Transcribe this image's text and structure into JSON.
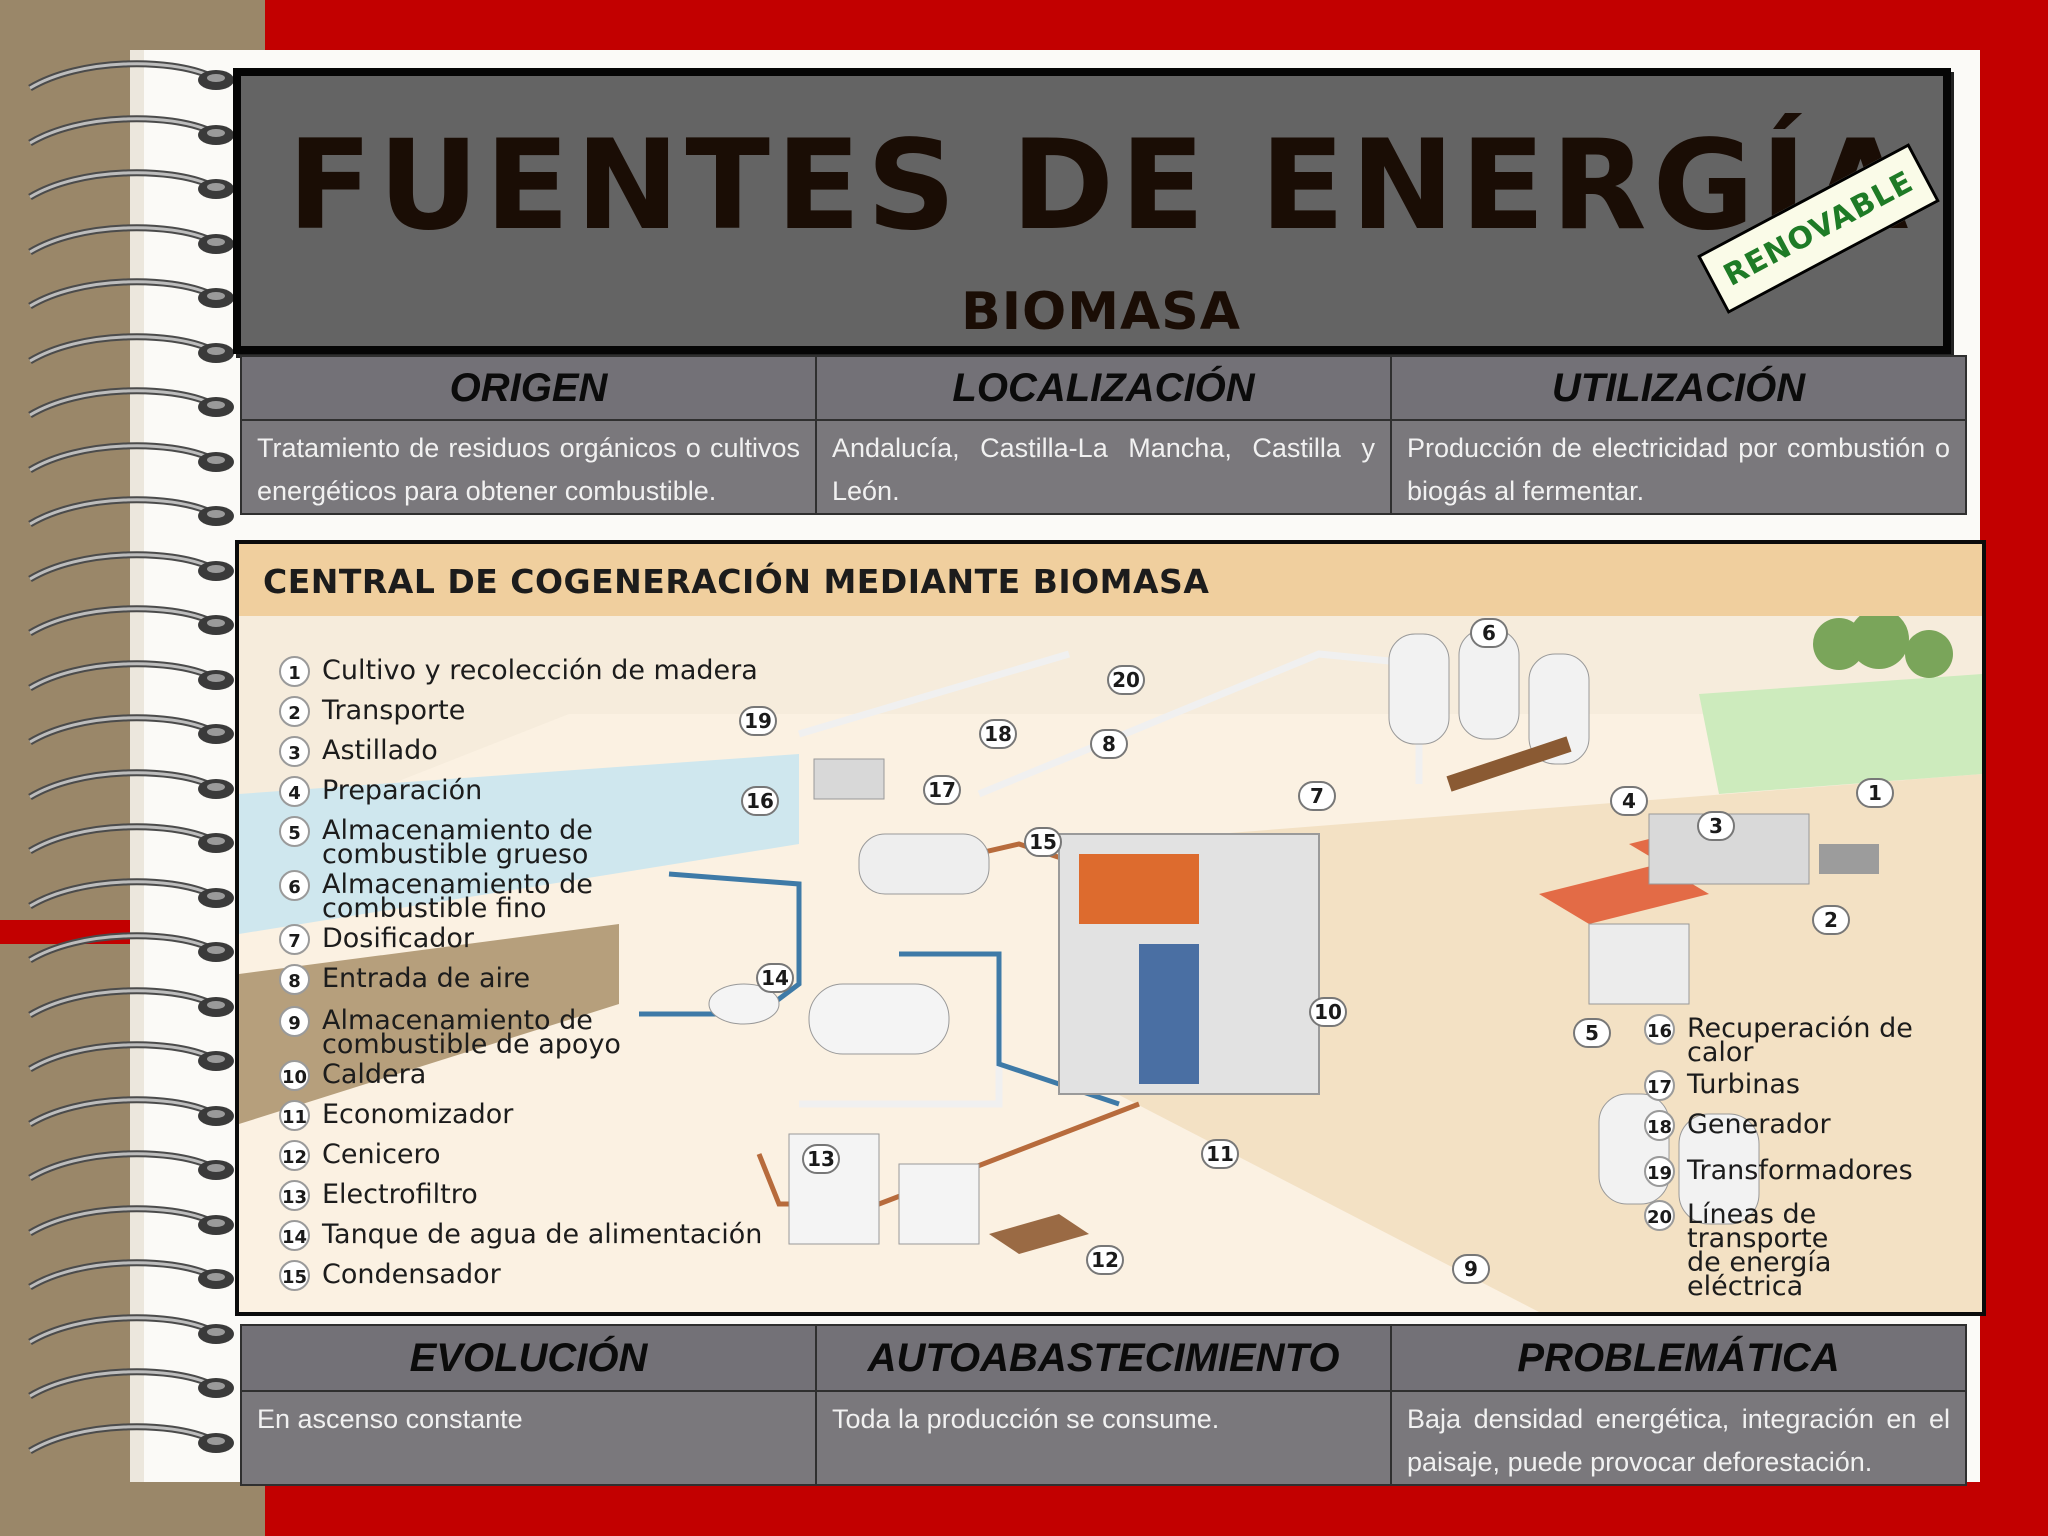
{
  "header": {
    "title": "FUENTES DE ENERGÍA",
    "subtitle": "BIOMASA",
    "badge": "RENOVABLE"
  },
  "colors": {
    "background_red": "#c20000",
    "header_gray": "#646464",
    "table_gray": "#7a787c",
    "badge_green": "#1e7b26"
  },
  "top_table": {
    "headers": [
      "ORIGEN",
      "LOCALIZACIÓN",
      "UTILIZACIÓN"
    ],
    "cells": [
      "Tratamiento de residuos orgánicos o cultivos energéticos para obtener combustible.",
      "Andalucía, Castilla-La Mancha, Castilla y León.",
      "Producción de electricidad por combustión o biogás al fermentar."
    ]
  },
  "figure": {
    "title": "CENTRAL DE COGENERACIÓN MEDIANTE BIOMASA",
    "legend_left": [
      {
        "num": "1",
        "text": "Cultivo y recolección de madera"
      },
      {
        "num": "2",
        "text": "Transporte"
      },
      {
        "num": "3",
        "text": "Astillado"
      },
      {
        "num": "4",
        "text": "Preparación"
      },
      {
        "num": "5",
        "text": "Almacenamiento de\ncombustible grueso"
      },
      {
        "num": "6",
        "text": "Almacenamiento de\ncombustible fino"
      },
      {
        "num": "7",
        "text": "Dosificador"
      },
      {
        "num": "8",
        "text": "Entrada de aire"
      },
      {
        "num": "9",
        "text": "Almacenamiento de\ncombustible de apoyo"
      },
      {
        "num": "10",
        "text": "Caldera"
      },
      {
        "num": "11",
        "text": "Economizador"
      },
      {
        "num": "12",
        "text": "Cenicero"
      },
      {
        "num": "13",
        "text": "Electrofiltro"
      },
      {
        "num": "14",
        "text": "Tanque de agua de alimentación"
      },
      {
        "num": "15",
        "text": "Condensador"
      }
    ],
    "legend_right": [
      {
        "num": "16",
        "text": "Recuperación de\ncalor"
      },
      {
        "num": "17",
        "text": "Turbinas"
      },
      {
        "num": "18",
        "text": "Generador"
      },
      {
        "num": "19",
        "text": "Transformadores"
      },
      {
        "num": "20",
        "text": "Líneas de\ntransporte\nde energía\neléctrica"
      }
    ],
    "callouts": [
      "1",
      "2",
      "3",
      "4",
      "5",
      "6",
      "7",
      "8",
      "9",
      "10",
      "11",
      "12",
      "13",
      "14",
      "15",
      "16",
      "17",
      "18",
      "19",
      "20"
    ]
  },
  "bottom_table": {
    "headers": [
      "EVOLUCIÓN",
      "AUTOABASTECIMIENTO",
      "PROBLEMÁTICA"
    ],
    "cells": [
      "En ascenso constante",
      "Toda la producción se consume.",
      "Baja densidad energética, integración en el paisaje, puede provocar deforestación."
    ]
  }
}
